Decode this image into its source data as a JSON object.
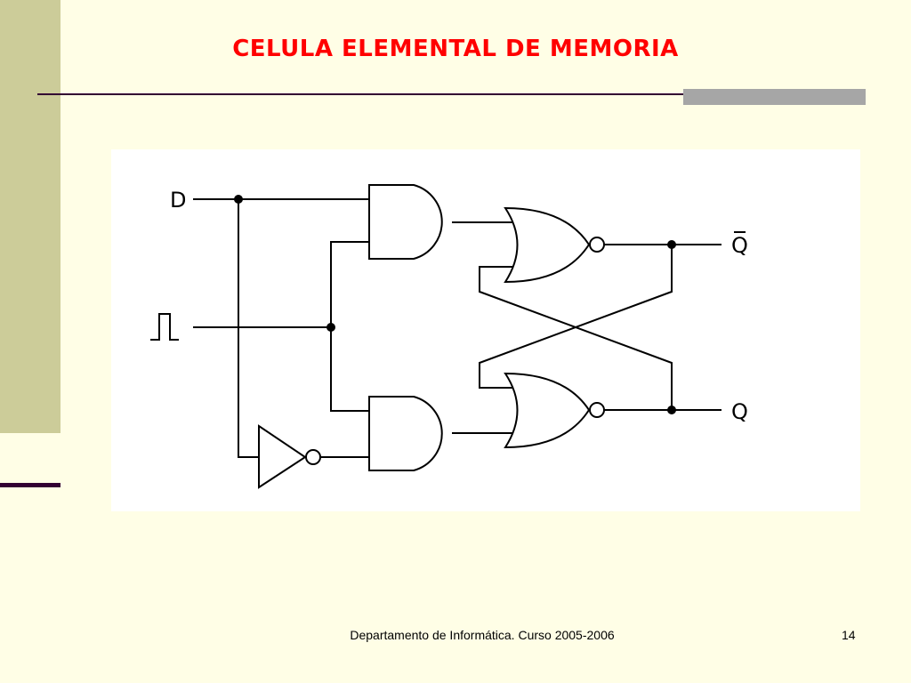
{
  "slide": {
    "title": "CELULA ELEMENTAL DE MEMORIA",
    "footer": "Departamento de Informática. Curso 2005-2006",
    "page_number": "14"
  },
  "diagram": {
    "labels": {
      "d_input": "D",
      "q_bar_output": "Q",
      "q_output": "Q"
    },
    "colors": {
      "accent_title": "#ff0000",
      "sidebar": "#cccc99",
      "rule": "#330033",
      "background": "#fffee6"
    }
  }
}
